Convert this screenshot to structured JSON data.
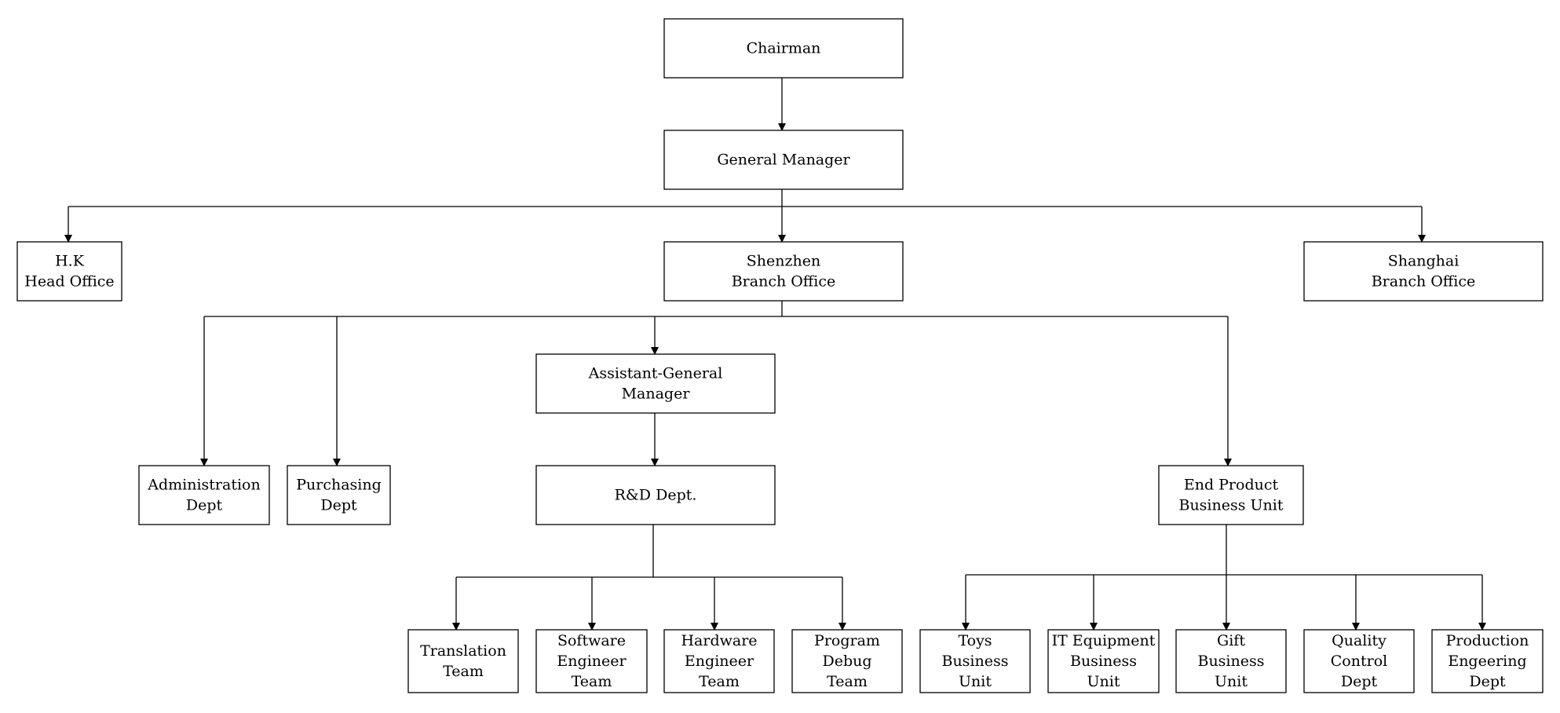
{
  "diagram": {
    "type": "org-chart",
    "colors": {
      "line": "#000000",
      "box_fill": "#ffffff",
      "text": "#000000"
    },
    "nodes": [
      {
        "id": "chairman",
        "lines": [
          "Chairman"
        ]
      },
      {
        "id": "general-manager",
        "lines": [
          "General Manager"
        ]
      },
      {
        "id": "hk-head-office",
        "lines": [
          "H.K",
          "Head Office"
        ]
      },
      {
        "id": "shenzhen-branch-office",
        "lines": [
          "Shenzhen",
          "Branch Office"
        ]
      },
      {
        "id": "shanghai-branch-office",
        "lines": [
          "Shanghai",
          "Branch Office"
        ]
      },
      {
        "id": "assistant-general-manager",
        "lines": [
          "Assistant-General",
          "Manager"
        ]
      },
      {
        "id": "administration-dept",
        "lines": [
          "Administration",
          "Dept"
        ]
      },
      {
        "id": "purchasing-dept",
        "lines": [
          "Purchasing",
          "Dept"
        ]
      },
      {
        "id": "rd-dept",
        "lines": [
          "R&D Dept."
        ]
      },
      {
        "id": "end-product-business-unit",
        "lines": [
          "End Product",
          "Business Unit"
        ]
      },
      {
        "id": "translation-team",
        "lines": [
          "Translation",
          "Team"
        ]
      },
      {
        "id": "software-engineer-team",
        "lines": [
          "Software",
          "Engineer",
          "Team"
        ]
      },
      {
        "id": "hardware-engineer-team",
        "lines": [
          "Hardware",
          "Engineer",
          "Team"
        ]
      },
      {
        "id": "program-debug-team",
        "lines": [
          "Program",
          "Debug",
          "Team"
        ]
      },
      {
        "id": "toys-business-unit",
        "lines": [
          "Toys",
          "Business",
          "Unit"
        ]
      },
      {
        "id": "it-equipment-business-unit",
        "lines": [
          "IT Equipment",
          "Business",
          "Unit"
        ]
      },
      {
        "id": "gift-business-unit",
        "lines": [
          "Gift",
          "Business",
          "Unit"
        ]
      },
      {
        "id": "quality-control-dept",
        "lines": [
          "Quality",
          "Control",
          "Dept"
        ]
      },
      {
        "id": "production-engeering-dept",
        "lines": [
          "Production",
          "Engeering",
          "Dept"
        ]
      }
    ],
    "edges": [
      {
        "from": "chairman",
        "to": "general-manager"
      },
      {
        "from": "general-manager",
        "to": "hk-head-office"
      },
      {
        "from": "general-manager",
        "to": "shenzhen-branch-office"
      },
      {
        "from": "general-manager",
        "to": "shanghai-branch-office"
      },
      {
        "from": "shenzhen-branch-office",
        "to": "administration-dept"
      },
      {
        "from": "shenzhen-branch-office",
        "to": "purchasing-dept"
      },
      {
        "from": "shenzhen-branch-office",
        "to": "assistant-general-manager"
      },
      {
        "from": "shenzhen-branch-office",
        "to": "end-product-business-unit"
      },
      {
        "from": "assistant-general-manager",
        "to": "rd-dept"
      },
      {
        "from": "rd-dept",
        "to": "translation-team"
      },
      {
        "from": "rd-dept",
        "to": "software-engineer-team"
      },
      {
        "from": "rd-dept",
        "to": "hardware-engineer-team"
      },
      {
        "from": "rd-dept",
        "to": "program-debug-team"
      },
      {
        "from": "end-product-business-unit",
        "to": "toys-business-unit"
      },
      {
        "from": "end-product-business-unit",
        "to": "it-equipment-business-unit"
      },
      {
        "from": "end-product-business-unit",
        "to": "gift-business-unit"
      },
      {
        "from": "end-product-business-unit",
        "to": "quality-control-dept"
      },
      {
        "from": "end-product-business-unit",
        "to": "production-engeering-dept"
      }
    ]
  }
}
